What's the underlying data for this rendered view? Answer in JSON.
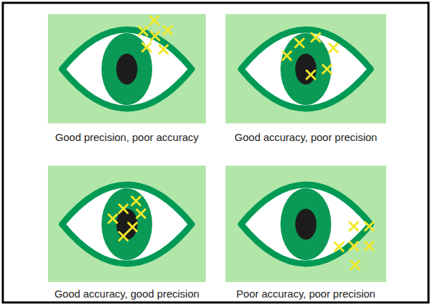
{
  "diagram": {
    "nodes": [
      {
        "text": [
          "Good precision, poor accuracy"
        ]
      },
      {
        "text": [
          "Good accuracy, poor precision"
        ]
      },
      {
        "text": [
          "Good accuracy, good precision"
        ]
      },
      {
        "text": [
          "Poor accuracy, poor precision"
        ]
      }
    ]
  }
}
